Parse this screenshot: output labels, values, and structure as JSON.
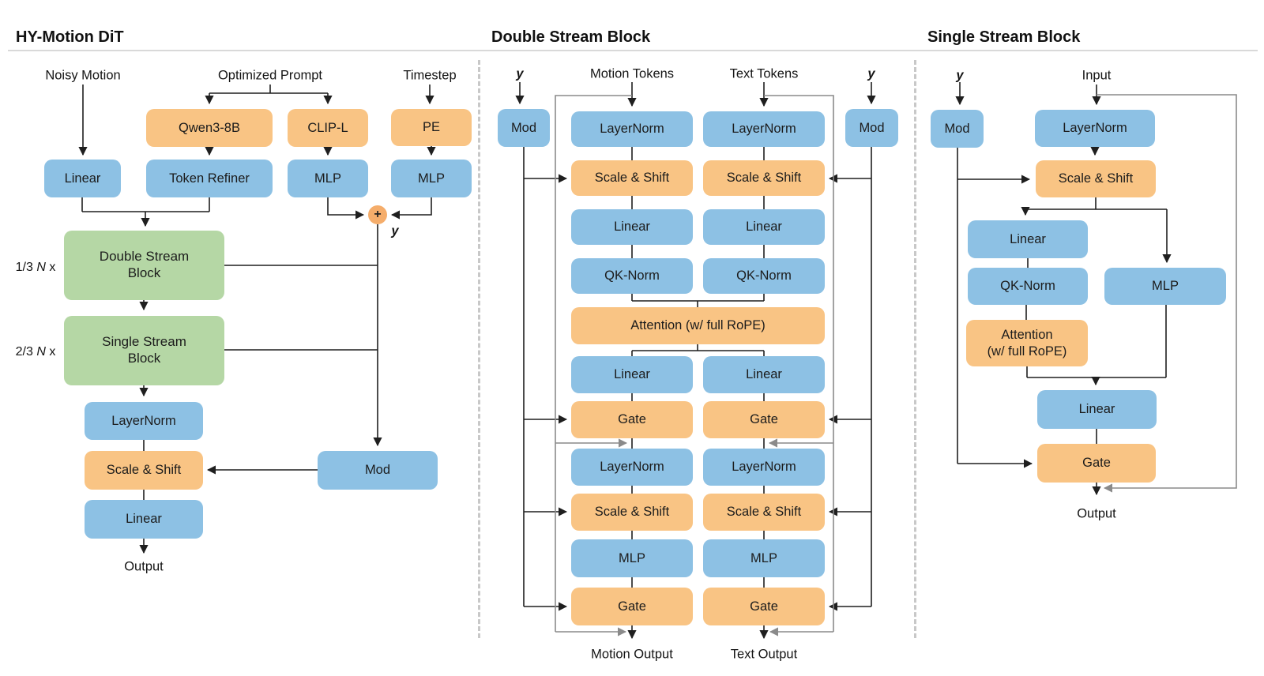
{
  "colors": {
    "blue": "#8dc1e4",
    "orange": "#f9c484",
    "green": "#b5d7a5",
    "plus_circle": "#f5ad6b",
    "main_line": "#1f1f1f",
    "residual_line": "#8a8a8a"
  },
  "panels": {
    "left": {
      "title": "HY-Motion DiT",
      "inputs": {
        "noisy": "Noisy Motion",
        "prompt": "Optimized Prompt",
        "timestep": "Timestep"
      },
      "nodes": {
        "qwen": "Qwen3-8B",
        "clip": "CLIP-L",
        "pe": "PE",
        "linear_in": "Linear",
        "token_refiner": "Token Refiner",
        "mlp_clip": "MLP",
        "mlp_pe": "MLP",
        "double_block": "Double Stream Block",
        "single_block": "Single Stream Block",
        "layernorm": "LayerNorm",
        "scale_shift": "Scale & Shift",
        "linear_out": "Linear",
        "mod": "Mod"
      },
      "plus": "+",
      "y_label": "y",
      "mult_double": {
        "frac": "1/3",
        "n": "N",
        "x": "x"
      },
      "mult_single": {
        "frac": "2/3",
        "n": "N",
        "x": "x"
      },
      "output": "Output"
    },
    "middle": {
      "title": "Double Stream Block",
      "labels": {
        "y_left": "y",
        "motion": "Motion Tokens",
        "text": "Text Tokens",
        "y_right": "y"
      },
      "nodes": {
        "mod_left": "Mod",
        "mod_right": "Mod",
        "attention": "Attention (w/ full RoPE)",
        "motion_col": {
          "ln1": "LayerNorm",
          "ss1": "Scale & Shift",
          "lin1": "Linear",
          "qk": "QK-Norm",
          "lin2": "Linear",
          "gate1": "Gate",
          "ln2": "LayerNorm",
          "ss2": "Scale & Shift",
          "mlp": "MLP",
          "gate2": "Gate"
        },
        "text_col": {
          "ln1": "LayerNorm",
          "ss1": "Scale & Shift",
          "lin1": "Linear",
          "qk": "QK-Norm",
          "lin2": "Linear",
          "gate1": "Gate",
          "ln2": "LayerNorm",
          "ss2": "Scale & Shift",
          "mlp": "MLP",
          "gate2": "Gate"
        }
      },
      "outputs": {
        "motion": "Motion Output",
        "text": "Text Output"
      }
    },
    "right": {
      "title": "Single Stream Block",
      "labels": {
        "y": "y",
        "input": "Input"
      },
      "nodes": {
        "mod": "Mod",
        "layernorm": "LayerNorm",
        "scale_shift": "Scale & Shift",
        "linear1": "Linear",
        "qk_norm": "QK-Norm",
        "mlp": "MLP",
        "attention_line1": "Attention",
        "attention_line2": "(w/ full RoPE)",
        "linear2": "Linear",
        "gate": "Gate"
      },
      "output": "Output"
    }
  }
}
